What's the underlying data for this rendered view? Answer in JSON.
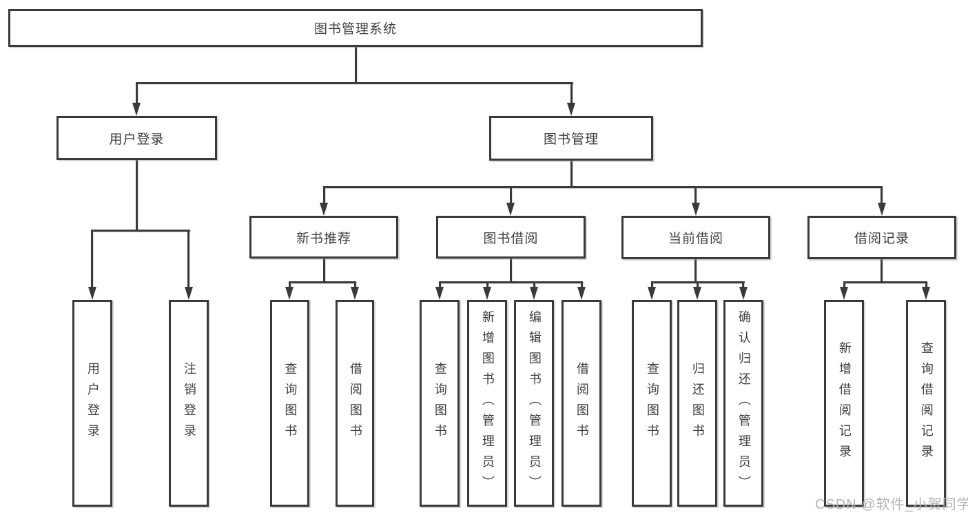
{
  "diagram": {
    "root": {
      "label": "图书管理系统"
    },
    "branches": [
      {
        "label": "用户登录",
        "children": [
          {
            "label": "用户登录"
          },
          {
            "label": "注销登录"
          }
        ]
      },
      {
        "label": "图书管理",
        "children": [
          {
            "label": "新书推荐",
            "children": [
              {
                "label": "查询图书"
              },
              {
                "label": "借阅图书"
              }
            ]
          },
          {
            "label": "图书借阅",
            "children": [
              {
                "label": "查询图书"
              },
              {
                "label": "新增图书（管理员）"
              },
              {
                "label": "编辑图书（管理员）"
              },
              {
                "label": "借阅图书"
              }
            ]
          },
          {
            "label": "当前借阅",
            "children": [
              {
                "label": "查询图书"
              },
              {
                "label": "归还图书"
              },
              {
                "label": "确认归还（管理员）"
              }
            ]
          },
          {
            "label": "借阅记录",
            "children": [
              {
                "label": "新增借阅记录"
              },
              {
                "label": "查询借阅记录"
              }
            ]
          }
        ]
      }
    ]
  },
  "watermark": {
    "text": "CSDN @软件_小贺同学"
  },
  "colors": {
    "line": "#3a3a3a",
    "text": "#3d3d3d",
    "box_background": "#ffffff",
    "page_background": "#ffffff",
    "watermark": "#b5b5b5"
  }
}
